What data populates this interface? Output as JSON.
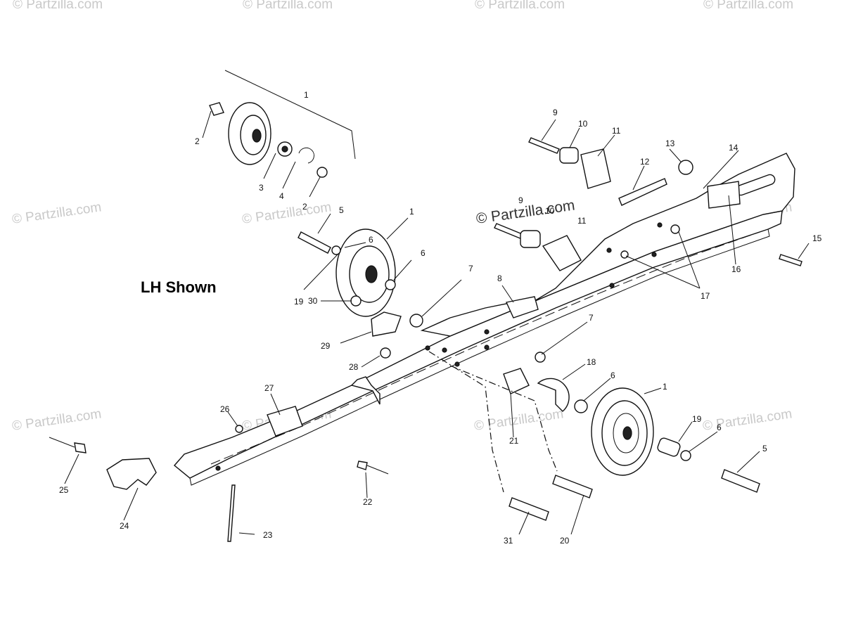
{
  "title": "LH Shown",
  "watermark": {
    "text": "© Partzilla.com",
    "main_text": "© Partzilla.com"
  },
  "callouts": [
    {
      "id": "c1a",
      "text": "1"
    },
    {
      "id": "c2a",
      "text": "2"
    },
    {
      "id": "c3",
      "text": "3"
    },
    {
      "id": "c4",
      "text": "4"
    },
    {
      "id": "c2b",
      "text": "2"
    },
    {
      "id": "c5a",
      "text": "5"
    },
    {
      "id": "c6a",
      "text": "6"
    },
    {
      "id": "c1b",
      "text": "1"
    },
    {
      "id": "c6b",
      "text": "6"
    },
    {
      "id": "c19a",
      "text": "19"
    },
    {
      "id": "c7a",
      "text": "7"
    },
    {
      "id": "c8",
      "text": "8"
    },
    {
      "id": "c9a",
      "text": "9"
    },
    {
      "id": "c10a",
      "text": "10"
    },
    {
      "id": "c11a",
      "text": "11"
    },
    {
      "id": "c9b",
      "text": "9"
    },
    {
      "id": "c10b",
      "text": "10"
    },
    {
      "id": "c11b",
      "text": "11"
    },
    {
      "id": "c12",
      "text": "12"
    },
    {
      "id": "c13",
      "text": "13"
    },
    {
      "id": "c14",
      "text": "14"
    },
    {
      "id": "c15",
      "text": "15"
    },
    {
      "id": "c16",
      "text": "16"
    },
    {
      "id": "c17",
      "text": "17"
    },
    {
      "id": "c30",
      "text": "30"
    },
    {
      "id": "c29",
      "text": "29"
    },
    {
      "id": "c28",
      "text": "28"
    },
    {
      "id": "c7b",
      "text": "7"
    },
    {
      "id": "c18",
      "text": "18"
    },
    {
      "id": "c6c",
      "text": "6"
    },
    {
      "id": "c1c",
      "text": "1"
    },
    {
      "id": "c19b",
      "text": "19"
    },
    {
      "id": "c6d",
      "text": "6"
    },
    {
      "id": "c5b",
      "text": "5"
    },
    {
      "id": "c21",
      "text": "21"
    },
    {
      "id": "c27",
      "text": "27"
    },
    {
      "id": "c26",
      "text": "26"
    },
    {
      "id": "c25",
      "text": "25"
    },
    {
      "id": "c24",
      "text": "24"
    },
    {
      "id": "c23",
      "text": "23"
    },
    {
      "id": "c22",
      "text": "22"
    },
    {
      "id": "c31",
      "text": "31"
    },
    {
      "id": "c20",
      "text": "20"
    }
  ]
}
